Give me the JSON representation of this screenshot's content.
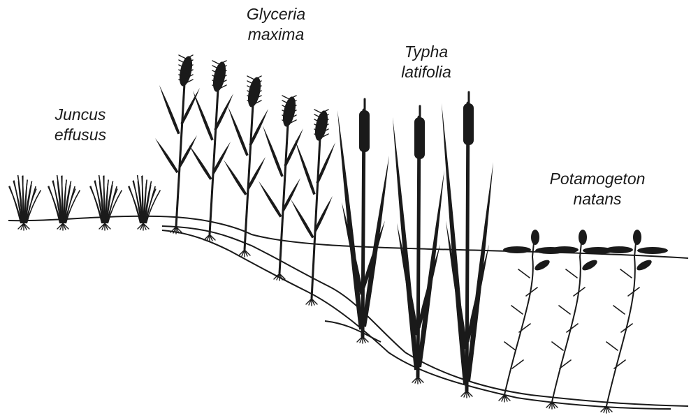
{
  "labels": {
    "juncus": {
      "line1": "Juncus",
      "line2": "effusus"
    },
    "glyceria": {
      "line1": "Glyceria",
      "line2": "maxima"
    },
    "typha": {
      "line1": "Typha",
      "line2": "latifolia"
    },
    "potamogeton": {
      "line1": "Potamogeton",
      "line2": "natans"
    }
  },
  "colors": {
    "ink": "#1a1a1a",
    "background": "#ffffff"
  },
  "plant_counts": {
    "juncus": 4,
    "glyceria": 5,
    "typha": 3,
    "potamogeton": 3
  }
}
